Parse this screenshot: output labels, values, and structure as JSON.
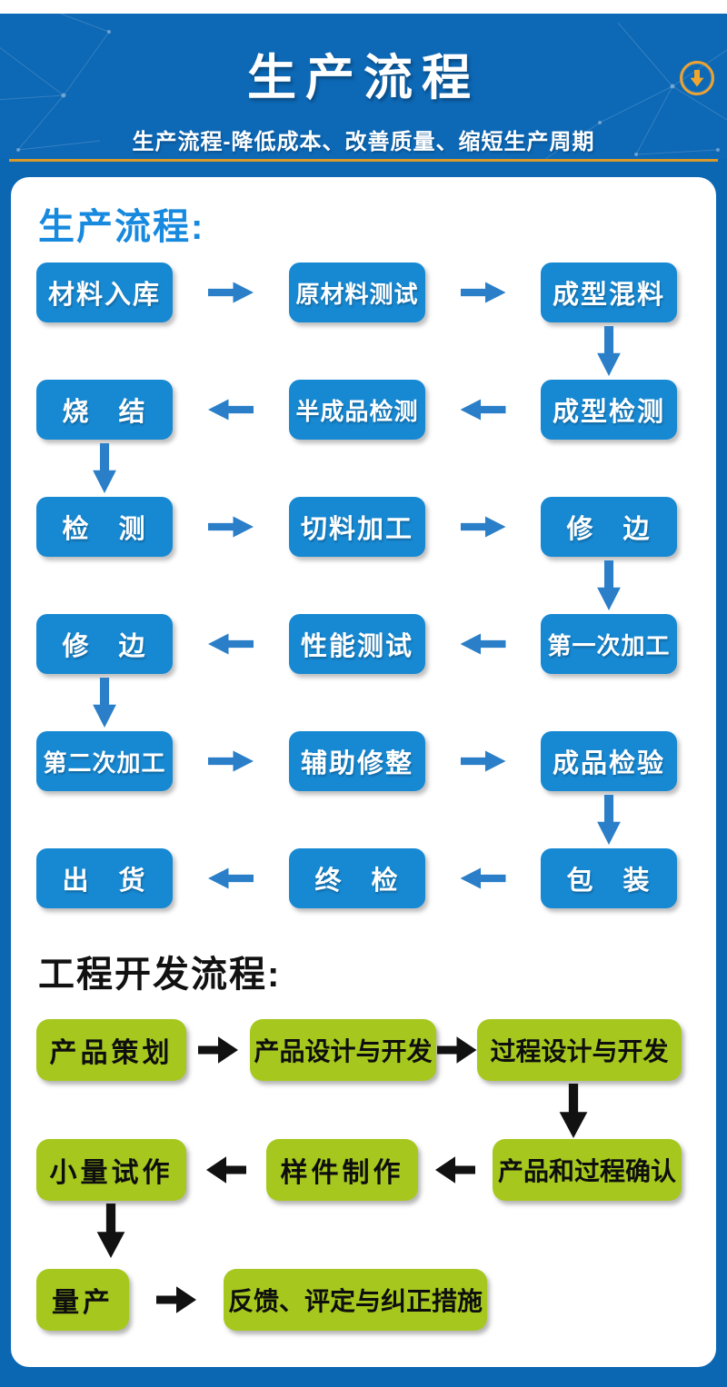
{
  "header": {
    "title": "生产流程",
    "subtitle": "生产流程-降低成本、改善质量、缩短生产周期",
    "download_icon": "circle-down-arrow-icon"
  },
  "production_flow": {
    "heading": "生产流程:",
    "rows": [
      {
        "direction": "right",
        "boxes": [
          "材料入库",
          "原材料测试",
          "成型混料"
        ]
      },
      {
        "direction": "left",
        "boxes": [
          "烧　结",
          "半成品检测",
          "成型检测"
        ]
      },
      {
        "direction": "right",
        "boxes": [
          "检　测",
          "切料加工",
          "修　边"
        ]
      },
      {
        "direction": "left",
        "boxes": [
          "修　边",
          "性能测试",
          "第一次加工"
        ]
      },
      {
        "direction": "right",
        "boxes": [
          "第二次加工",
          "辅助修整",
          "成品检验"
        ]
      },
      {
        "direction": "left",
        "boxes": [
          "出　货",
          "终　检",
          "包　装"
        ]
      }
    ]
  },
  "engineering_flow": {
    "heading": "工程开发流程:",
    "rows": [
      {
        "direction": "right",
        "boxes": [
          "产品策划",
          "产品设计与开发",
          "过程设计与开发"
        ]
      },
      {
        "direction": "left",
        "boxes": [
          "小量试作",
          "样件制作",
          "产品和过程确认"
        ]
      },
      {
        "direction": "right",
        "boxes": [
          "量产",
          "反馈、评定与纠正措施"
        ]
      }
    ]
  },
  "colors": {
    "page_blue": "#0d68b5",
    "accent_line_gold": "#d9992b",
    "icon_gold": "#eda231",
    "flow_box_blue": "#1789d3",
    "flow_arrow_blue": "#2b7fc8",
    "heading_blue": "#1789de",
    "dev_box_green": "#a6c81e",
    "dev_arrow_black": "#111111"
  }
}
